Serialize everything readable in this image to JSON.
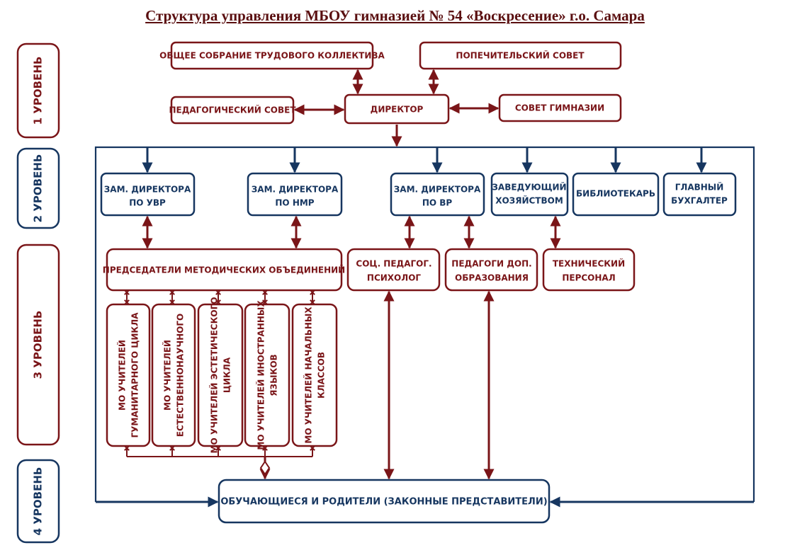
{
  "title": "Структура управления МБОУ гимназией № 54 «Воскресение» г.о. Самара",
  "colors": {
    "maroon": "#7a1518",
    "navy": "#163660"
  },
  "levels": [
    {
      "label": "1 УРОВЕНЬ"
    },
    {
      "label": "2 УРОВЕНЬ"
    },
    {
      "label": "3 УРОВЕНЬ"
    },
    {
      "label": "4 УРОВЕНЬ"
    }
  ],
  "level1": {
    "general_meeting": "ОБЩЕЕ СОБРАНИЕ ТРУДОВОГО КОЛЛЕКТИВА",
    "board_of_trustees": "ПОПЕЧИТЕЛЬСКИЙ СОВЕТ",
    "pedagogical_council": "ПЕДАГОГИЧЕСКИЙ СОВЕТ",
    "director": "ДИРЕКТОР",
    "gymnasium_council": "СОВЕТ ГИМНАЗИИ"
  },
  "level2": {
    "deputy_uvr": [
      "ЗАМ. ДИРЕКТОРА",
      "ПО УВР"
    ],
    "deputy_nmr": [
      "ЗАМ. ДИРЕКТОРА",
      "ПО НМР"
    ],
    "deputy_vr": [
      "ЗАМ. ДИРЕКТОРА",
      "ПО ВР"
    ],
    "household_manager": [
      "ЗАВЕДУЮЩИЙ",
      "ХОЗЯЙСТВОМ"
    ],
    "librarian": "БИБЛИОТЕКАРЬ",
    "chief_accountant": [
      "ГЛАВНЫЙ",
      "БУХГАЛТЕР"
    ]
  },
  "level3": {
    "mo_chairs": "ПРЕДСЕДАТЕЛИ МЕТОДИЧЕСКИХ ОБЪЕДИНЕНИЙ",
    "social_pedagogue": [
      "СОЦ. ПЕДАГОГ.",
      "ПСИХОЛОГ"
    ],
    "additional_education": [
      "ПЕДАГОГИ ДОП.",
      "ОБРАЗОВАНИЯ"
    ],
    "technical_staff": [
      "ТЕХНИЧЕСКИЙ",
      "ПЕРСОНАЛ"
    ],
    "mo_units": [
      [
        "МО УЧИТЕЛЕЙ",
        "ГУМАНИТАРНОГО ЦИКЛА"
      ],
      [
        "МО УЧИТЕЛЕЙ",
        "ЕСТЕСТВЕННОНАУЧНОГО"
      ],
      [
        "МО УЧИТЕЛЕЙ ЭСТЕТИЧЕСКОГО",
        "ЦИКЛА"
      ],
      [
        "МО УЧИТЕЛЕЙ ИНОСТРАННЫХ",
        "ЯЗЫКОВ"
      ],
      [
        "МО УЧИТЕЛЕЙ НАЧАЛЬНЫХ",
        "КЛАССОВ"
      ]
    ]
  },
  "level4": {
    "students_parents": "ОБУЧАЮЩИЕСЯ И РОДИТЕЛИ (ЗАКОННЫЕ ПРЕДСТАВИТЕЛИ)"
  }
}
